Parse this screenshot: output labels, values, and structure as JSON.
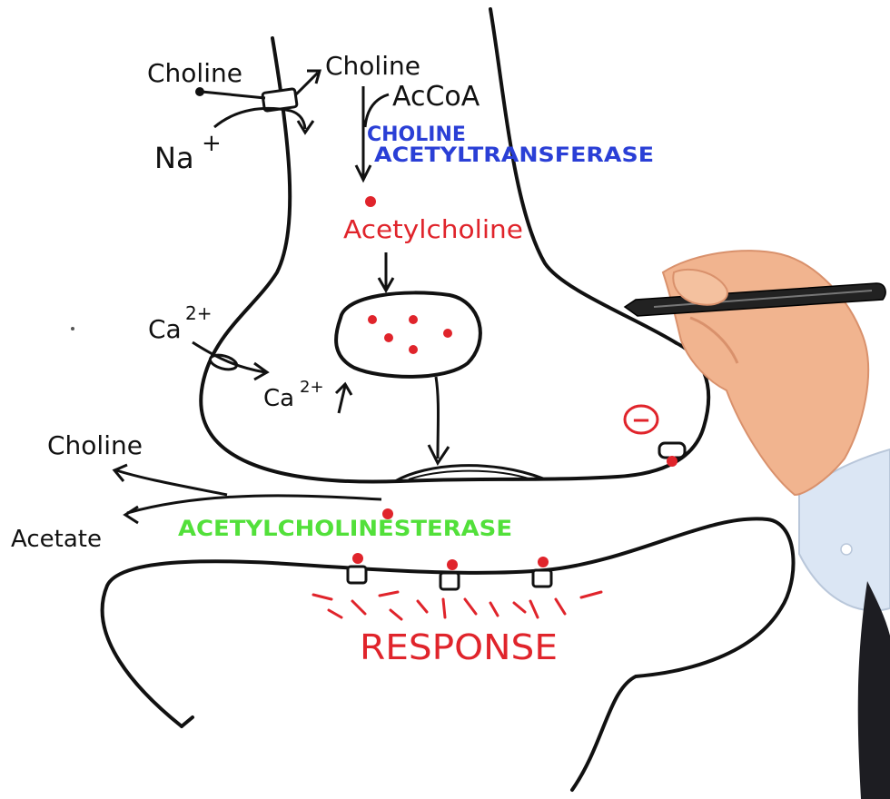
{
  "labels": {
    "choline_outside": "Choline",
    "choline_inside": "Choline",
    "sodium": "Na",
    "sodium_charge": "+",
    "accoa": "AcCoA",
    "enzyme_cat_line1": "CHOLINE",
    "enzyme_cat_line2": "ACETYLTRANSFERASE",
    "acetylcholine": "Acetylcholine",
    "calcium_outside": "Ca",
    "calcium_outside_charge": "2+",
    "calcium_inside": "Ca",
    "calcium_inside_charge": "2+",
    "inhibition_sign": "−",
    "choline_product": "Choline",
    "acetate_product": "Acetate",
    "enzyme_ache": "ACETYLCHOLINESTERASE",
    "response": "RESPONSE"
  },
  "colors": {
    "ink": "#111111",
    "red": "#e0242b",
    "blue": "#2a3fd6",
    "green": "#52e03a",
    "skin": "#f1b48f",
    "shirt": "#dbe6f4",
    "jacket": "#1d1d22"
  }
}
